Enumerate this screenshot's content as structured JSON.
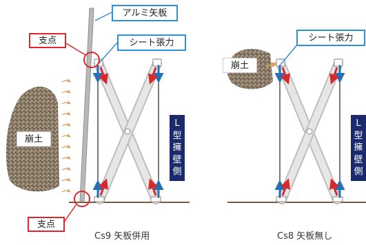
{
  "labels": {
    "aluminum_sheet_pile": "アルミ矢板",
    "sheet_tension_left": "シート張力",
    "sheet_tension_right": "シート張力",
    "fulcrum_top": "支点",
    "fulcrum_bottom": "支点",
    "collapsed_soil_left": "崩土",
    "collapsed_soil_right": "崩土"
  },
  "side_label_left": {
    "chars": [
      "L",
      "型",
      "擁",
      "壁",
      "側"
    ]
  },
  "side_label_right": {
    "chars": [
      "L",
      "型",
      "擁",
      "壁",
      "側"
    ]
  },
  "captions": {
    "left": "Cs9 矢板併用",
    "right": "Cs8 矢板無し"
  },
  "colors": {
    "callout_blue": "#2f8fd8",
    "callout_red": "#e0262a",
    "label_navy": "#1a2a6c",
    "soil": "#8a7a68",
    "arrow_orange": "#d9a15a",
    "tension_blue": "#2470b8",
    "tension_red": "#d62a2a",
    "ground": "#7a5a3a",
    "brace": "#cfcfcf"
  }
}
